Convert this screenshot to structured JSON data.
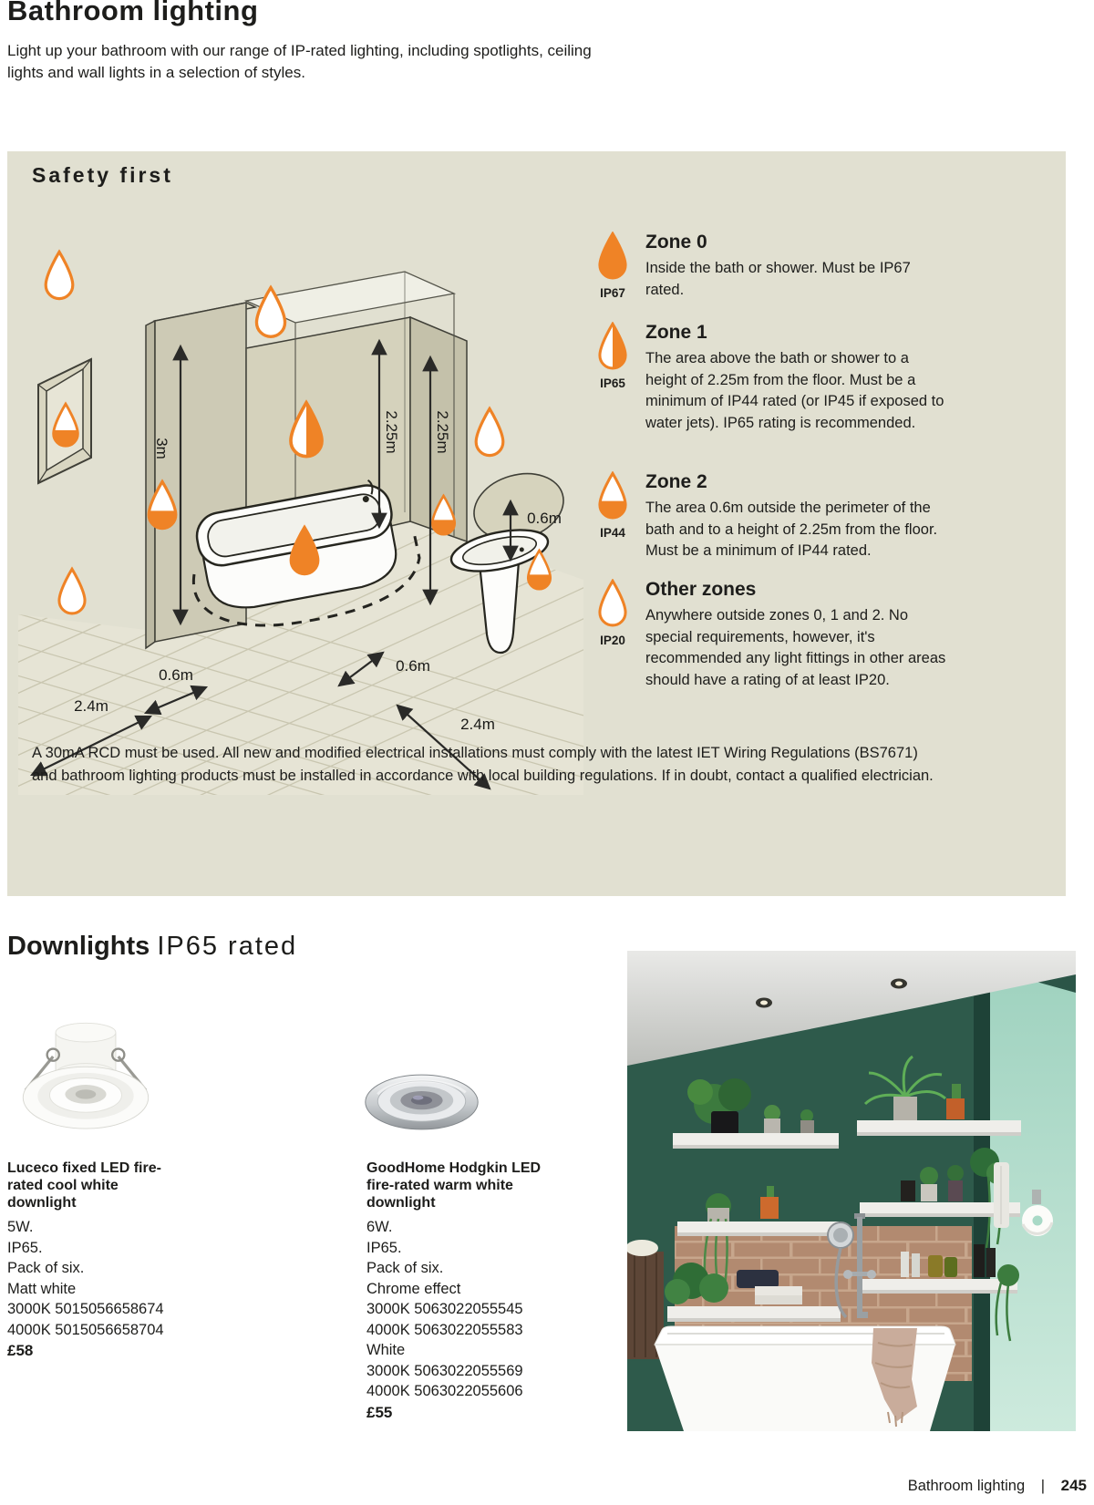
{
  "page": {
    "title": "Bathroom lighting",
    "intro": "Light up your bathroom with our range of IP-rated lighting, including spotlights, ceiling lights and wall lights in a selection of styles."
  },
  "safety": {
    "heading": "Safety first",
    "zones": [
      {
        "name": "Zone 0",
        "ip": "IP67",
        "icon": "drop-full",
        "description": "Inside the bath or shower. Must be IP67 rated."
      },
      {
        "name": "Zone 1",
        "ip": "IP65",
        "icon": "drop-half-vertical",
        "description": "The area above the bath or shower to a height of 2.25m from the floor. Must be a minimum of IP44 rated (or IP45 if exposed to water jets). IP65 rating is recommended."
      },
      {
        "name": "Zone 2",
        "ip": "IP44",
        "icon": "drop-half-bottom",
        "description": "The area 0.6m outside the perimeter of the bath and to a height of 2.25m from the floor. Must be a minimum of IP44 rated."
      },
      {
        "name": "Other zones",
        "ip": "IP20",
        "icon": "drop-outline",
        "description": "Anywhere outside zones 0, 1 and 2. No special requirements, however, it's recommended any light fittings in other areas should have a rating of at least IP20."
      }
    ],
    "diagram": {
      "wall_height": "3m",
      "zone1_height_a": "2.25m",
      "zone1_height_b": "2.25m",
      "zone2_width_left": "0.6m",
      "zone2_width_center": "0.6m",
      "zone2_width_sink": "0.6m",
      "room_depth_left": "2.4m",
      "room_depth_right": "2.4m"
    },
    "disclaimer": "A 30mA RCD must be used. All new and modified electrical installations must comply with the latest IET Wiring Regulations (BS7671) and bathroom lighting products must be installed in accordance with local building regulations. If in doubt, contact a qualified electrician."
  },
  "downlights": {
    "heading_bold": "Downlights",
    "heading_light": "IP65 rated",
    "products": [
      {
        "name": "Luceco fixed LED fire-rated cool white downlight",
        "lines": [
          "5W.",
          "IP65.",
          "Pack of six.",
          "Matt white",
          "3000K 5015056658674",
          "4000K 5015056658704"
        ],
        "price": "£58"
      },
      {
        "name": "GoodHome Hodgkin LED fire-rated warm white downlight",
        "lines": [
          "6W.",
          "IP65.",
          "Pack of six.",
          "Chrome effect",
          "3000K 5063022055545",
          "4000K 5063022055583",
          "White",
          "3000K 5063022055569",
          "4000K 5063022055606"
        ],
        "price": "£55"
      }
    ]
  },
  "footer": {
    "section": "Bathroom lighting",
    "separator": "|",
    "page_number": "245"
  },
  "colors": {
    "accent_orange": "#ef8326",
    "panel": "#e1e0d1",
    "text": "#1d1d1b"
  }
}
